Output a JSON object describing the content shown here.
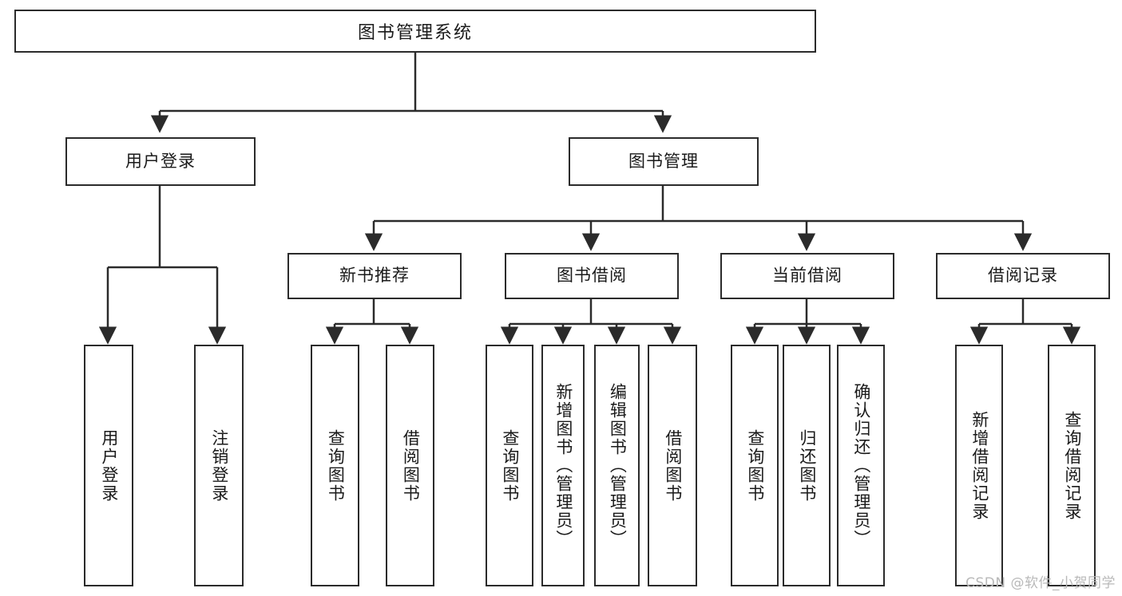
{
  "diagram": {
    "type": "tree",
    "title": "图书管理系统",
    "watermark": "CSDN @软件_小贺同学",
    "colors": {
      "stroke": "#2b2b2b",
      "fill": "#ffffff",
      "text": "#1a1a1a",
      "watermark": "#b9b9b9"
    },
    "root": {
      "label": "图书管理系统"
    },
    "level1": [
      {
        "label": "用户登录"
      },
      {
        "label": "图书管理"
      }
    ],
    "level2": [
      {
        "label": "新书推荐"
      },
      {
        "label": "图书借阅"
      },
      {
        "label": "当前借阅"
      },
      {
        "label": "借阅记录"
      }
    ],
    "leaves": {
      "user_login": [
        {
          "label": "用户登录"
        },
        {
          "label": "注销登录"
        }
      ],
      "new_book": [
        {
          "label": "查询图书"
        },
        {
          "label": "借阅图书"
        }
      ],
      "book_borrow": [
        {
          "label": "查询图书"
        },
        {
          "label": "新增图书（管理员）"
        },
        {
          "label": "编辑图书（管理员）"
        },
        {
          "label": "借阅图书"
        }
      ],
      "current_borrow": [
        {
          "label": "查询图书"
        },
        {
          "label": "归还图书"
        },
        {
          "label": "确认归还（管理员）"
        }
      ],
      "borrow_record": [
        {
          "label": "新增借阅记录"
        },
        {
          "label": "查询借阅记录"
        }
      ]
    }
  }
}
